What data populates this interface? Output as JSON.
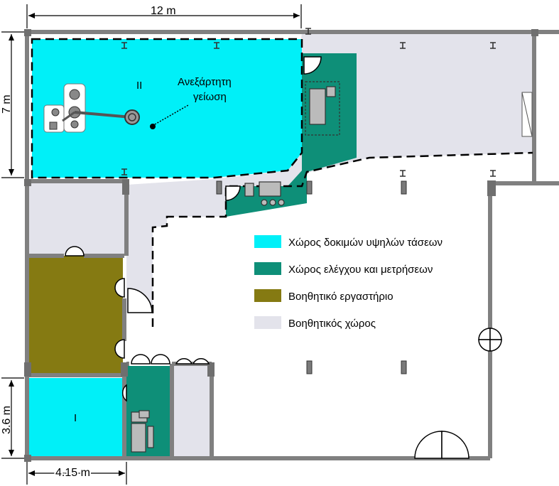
{
  "dimensions": {
    "top_width": "12 m",
    "left_height": "7 m",
    "lower_height": "3.6 m",
    "bottom_width": "4.15 m"
  },
  "rooms": {
    "large_hv_label": "II",
    "small_hv_label": "I",
    "ground_label_line1": "Ανεξάρτητη",
    "ground_label_line2": "γείωση"
  },
  "legend": [
    {
      "label": "Χώρος δοκιμών υψηλών τάσεων",
      "color": "#00f0f8"
    },
    {
      "label": "Χώρος ελέγχου και μετρήσεων",
      "color": "#0e8f78"
    },
    {
      "label": "Βοηθητικό εργαστήριο",
      "color": "#857a12"
    },
    {
      "label": "Βοηθητικός χώρος",
      "color": "#e3e3eb"
    }
  ],
  "colors": {
    "hv": "#00f0f8",
    "control": "#0e8f78",
    "workshop": "#857a12",
    "aux": "#e3e3eb",
    "wall": "#808080"
  }
}
